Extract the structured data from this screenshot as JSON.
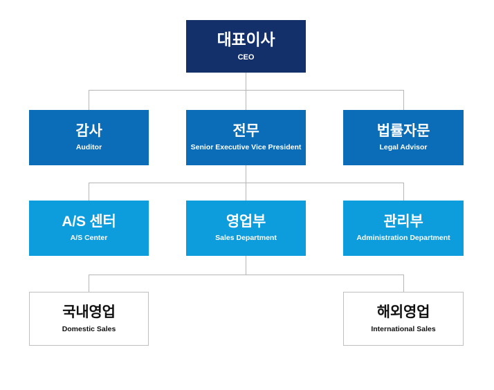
{
  "chart_title": "",
  "colors": {
    "level1_bg": "#13306b",
    "level2_bg": "#0b6db7",
    "level3_bg": "#0d9cdc",
    "level4_bg": "#ffffff",
    "level4_border": "#bfbfbf",
    "connector": "#b5b5b5",
    "text_light": "#ffffff",
    "text_dark": "#111111"
  },
  "nodes": {
    "ceo": {
      "ko": "대표이사",
      "en": "CEO"
    },
    "auditor": {
      "ko": "감사",
      "en": "Auditor"
    },
    "sevp": {
      "ko": "전무",
      "en": "Senior Executive Vice President"
    },
    "legal": {
      "ko": "법률자문",
      "en": "Legal Advisor"
    },
    "as_center": {
      "ko": "A/S 센터",
      "en": "A/S Center"
    },
    "sales_dept": {
      "ko": "영업부",
      "en": "Sales Department"
    },
    "admin_dept": {
      "ko": "관리부",
      "en": "Administration Department"
    },
    "domestic_sales": {
      "ko": "국내영업",
      "en": "Domestic Sales"
    },
    "intl_sales": {
      "ko": "해외영업",
      "en": "International Sales"
    }
  }
}
